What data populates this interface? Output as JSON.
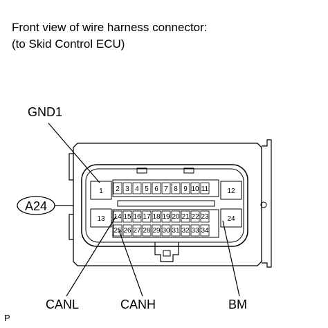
{
  "title": {
    "line1": "Front view of wire harness connector:",
    "line2": "(to Skid Control ECU)"
  },
  "connector": {
    "code": "A24"
  },
  "callouts": {
    "gnd1": "GND1",
    "canl": "CANL",
    "canh": "CANH",
    "bm": "BM"
  },
  "pins": {
    "p1": "1",
    "p2": "2",
    "p3": "3",
    "p4": "4",
    "p5": "5",
    "p6": "6",
    "p7": "7",
    "p8": "8",
    "p9": "9",
    "p10": "10",
    "p11": "11",
    "p12": "12",
    "p13": "13",
    "p14": "14",
    "p15": "15",
    "p16": "16",
    "p17": "17",
    "p18": "18",
    "p19": "19",
    "p20": "20",
    "p21": "21",
    "p22": "22",
    "p23": "23",
    "p24": "24",
    "p25": "25",
    "p26": "26",
    "p27": "27",
    "p28": "28",
    "p29": "29",
    "p30": "30",
    "p31": "31",
    "p32": "32",
    "p33": "33",
    "p34": "34"
  },
  "footer": "P"
}
